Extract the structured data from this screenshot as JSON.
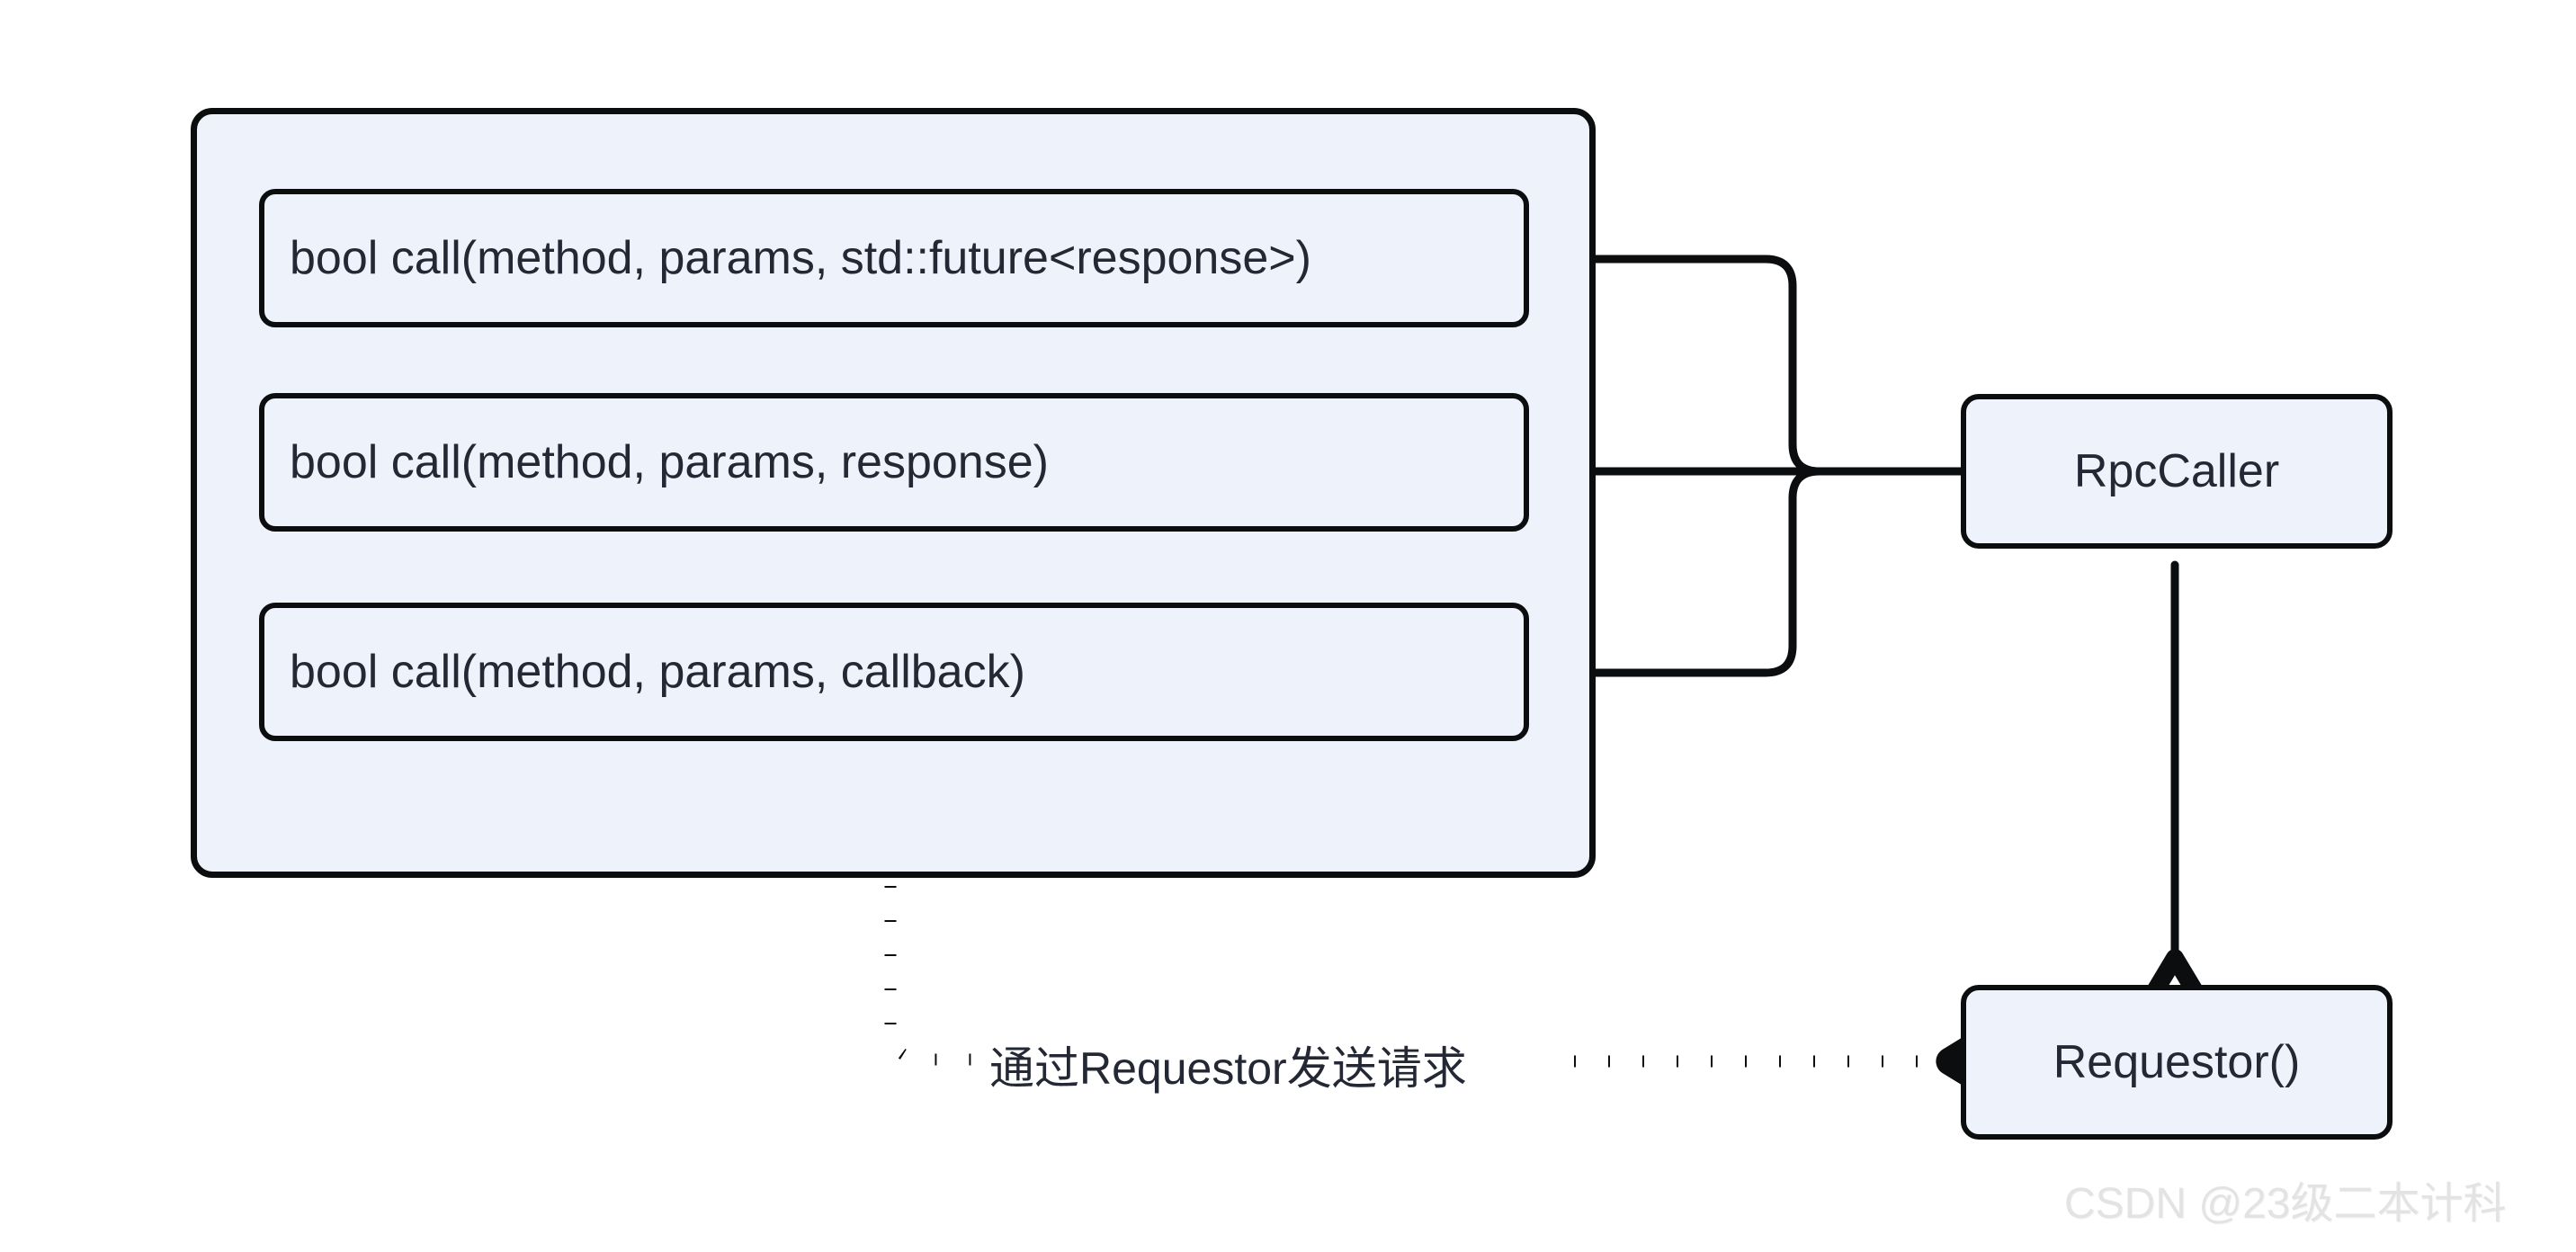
{
  "diagram": {
    "type": "flowchart",
    "background_color": "#ffffff",
    "node_fill_color": "#eef2fb",
    "node_stroke_color": "#0b0d0f",
    "text_color": "#232834"
  },
  "group": {
    "name": "rpc-caller-methods-group",
    "methods": [
      {
        "id": "call-future",
        "label": "bool call(method,  params, std::future<response>)"
      },
      {
        "id": "call-response",
        "label": "bool call(method,  params, response)"
      },
      {
        "id": "call-callback",
        "label": "bool call(method,  params, callback)"
      }
    ]
  },
  "nodes": {
    "rpc_caller": {
      "id": "rpc-caller",
      "label": "RpcCaller"
    },
    "requestor": {
      "id": "requestor",
      "label": "Requestor()"
    }
  },
  "edges": [
    {
      "id": "rpccaller-to-call-future",
      "from": "rpc-caller",
      "to": "call-future",
      "style": "solid",
      "arrow": "left",
      "label": ""
    },
    {
      "id": "rpccaller-to-call-response",
      "from": "rpc-caller",
      "to": "call-response",
      "style": "solid",
      "arrow": "left",
      "label": ""
    },
    {
      "id": "rpccaller-to-call-callback",
      "from": "rpc-caller",
      "to": "call-callback",
      "style": "solid",
      "arrow": "left",
      "label": ""
    },
    {
      "id": "rpccaller-to-requestor",
      "from": "rpc-caller",
      "to": "requestor",
      "style": "solid",
      "arrow": "down",
      "label": ""
    },
    {
      "id": "group-to-requestor",
      "from": "rpc-caller-methods-group",
      "to": "requestor",
      "style": "dotted",
      "arrow": "right",
      "label": "通过Requestor发送请求"
    }
  ],
  "watermark": {
    "text": "CSDN @23级二本计科"
  }
}
